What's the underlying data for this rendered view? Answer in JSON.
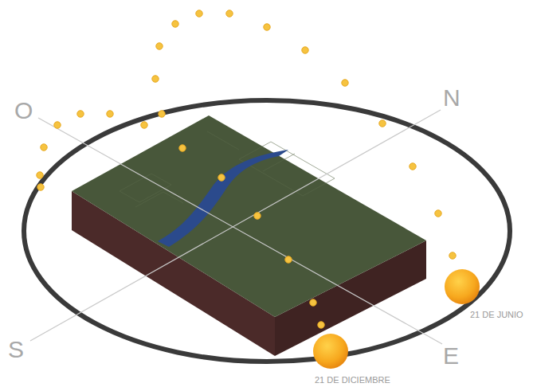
{
  "diagram": {
    "labels": [
      "O",
      "N",
      "S",
      "E",
      "21 DE JUNIO",
      "21 DE DICIEMBRE"
    ]
  }
}
